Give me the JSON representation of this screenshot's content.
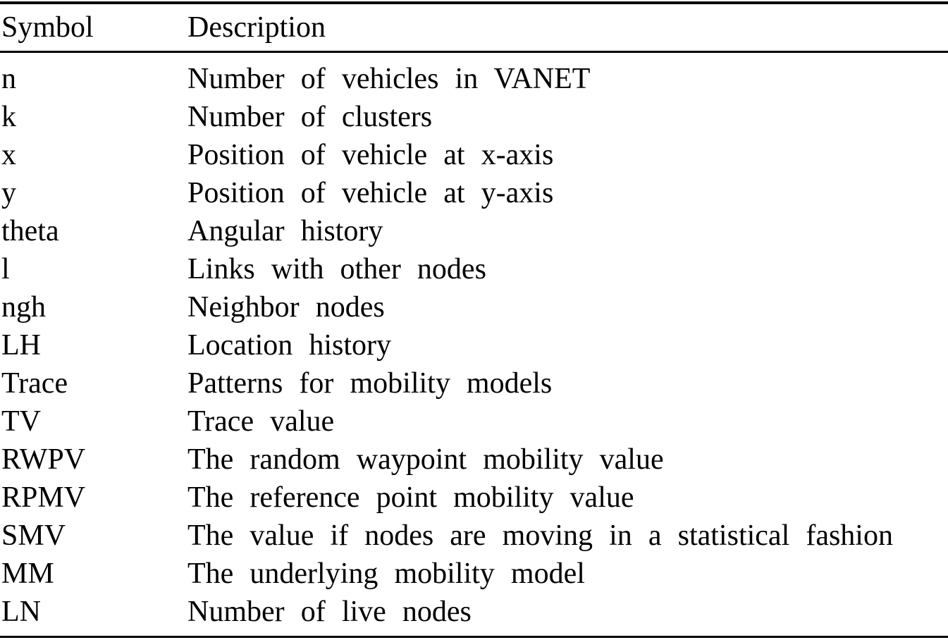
{
  "table": {
    "columns": [
      {
        "label": "Symbol"
      },
      {
        "label": "Description"
      }
    ],
    "rows": [
      {
        "symbol": "n",
        "description": "Number of vehicles in VANET"
      },
      {
        "symbol": "k",
        "description": "Number of clusters"
      },
      {
        "symbol": "x",
        "description": "Position of vehicle at x-axis"
      },
      {
        "symbol": "y",
        "description": "Position of vehicle at y-axis"
      },
      {
        "symbol": "theta",
        "description": "Angular history"
      },
      {
        "symbol": "l",
        "description": "Links with other nodes"
      },
      {
        "symbol": "ngh",
        "description": "Neighbor nodes"
      },
      {
        "symbol": "LH",
        "description": "Location history"
      },
      {
        "symbol": "Trace",
        "description": "Patterns for mobility models"
      },
      {
        "symbol": "TV",
        "description": "Trace value"
      },
      {
        "symbol": "RWPV",
        "description": "The random waypoint mobility value"
      },
      {
        "symbol": "RPMV",
        "description": "The reference point mobility value"
      },
      {
        "symbol": "SMV",
        "description": "The value if nodes are moving in a statistical fashion"
      },
      {
        "symbol": "MM",
        "description": "The underlying mobility model"
      },
      {
        "symbol": "LN",
        "description": "Number of live nodes"
      }
    ],
    "colors": {
      "text": "#000000",
      "background": "#ffffff",
      "rule": "#000000"
    }
  }
}
